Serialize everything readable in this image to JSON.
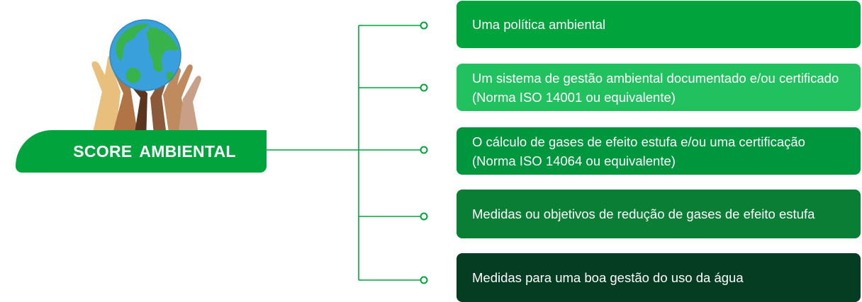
{
  "center": {
    "label": "SCORE AMBIENTAL",
    "icon": "globe-held-by-hands-icon"
  },
  "items": [
    {
      "text": "Uma política ambiental",
      "color": "#00a33c"
    },
    {
      "text": "Um sistema de gestão ambiental documentado e/ou certificado (Norma ISO 14001 ou equivalente)",
      "color": "#22c15f"
    },
    {
      "text": "O cálculo de gases de efeito estufa e/ou uma certificação (Norma ISO 14064 ou equivalente)",
      "color": "#00963d"
    },
    {
      "text": "Medidas ou objetivos de redução de gases de efeito estufa",
      "color": "#0b7e36"
    },
    {
      "text": "Medidas para uma boa gestão do uso da água",
      "color": "#043d22"
    }
  ],
  "colors": {
    "connector": "#00a33c",
    "label_background": "#00a33c"
  }
}
